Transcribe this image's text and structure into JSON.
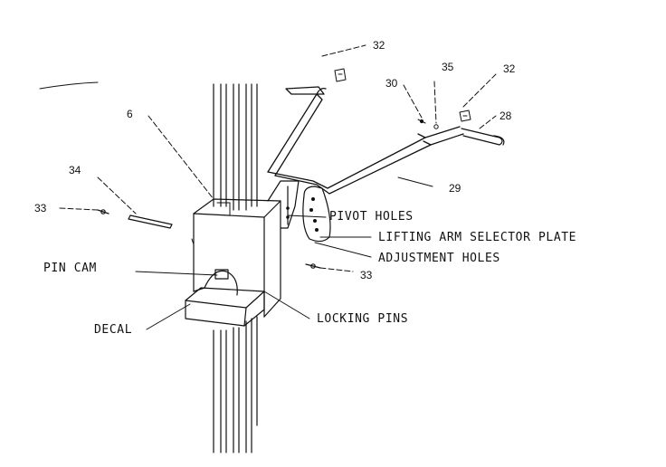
{
  "callouts": {
    "n32a": "32",
    "n32b": "32",
    "n35": "35",
    "n30": "30",
    "n28": "28",
    "n29": "29",
    "n6": "6",
    "n34": "34",
    "n33a": "33",
    "n33b": "33"
  },
  "labels": {
    "pivot_holes": "PIVOT HOLES",
    "selector_plate": "LIFTING ARM SELECTOR PLATE",
    "adjustment_holes": "ADJUSTMENT HOLES",
    "pin_cam": "PIN CAM",
    "decal": "DECAL",
    "locking_pins": "LOCKING PINS"
  }
}
